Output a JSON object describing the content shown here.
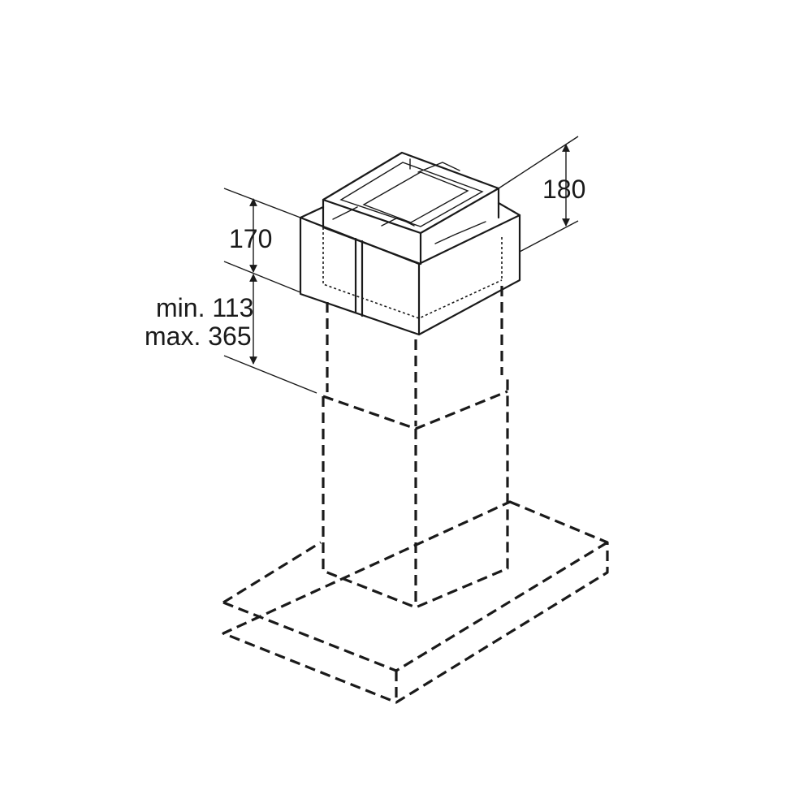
{
  "dimensions": {
    "height_upper": "180",
    "height_lower": "170",
    "gap_min": "min. 113",
    "gap_max": "max. 365"
  }
}
